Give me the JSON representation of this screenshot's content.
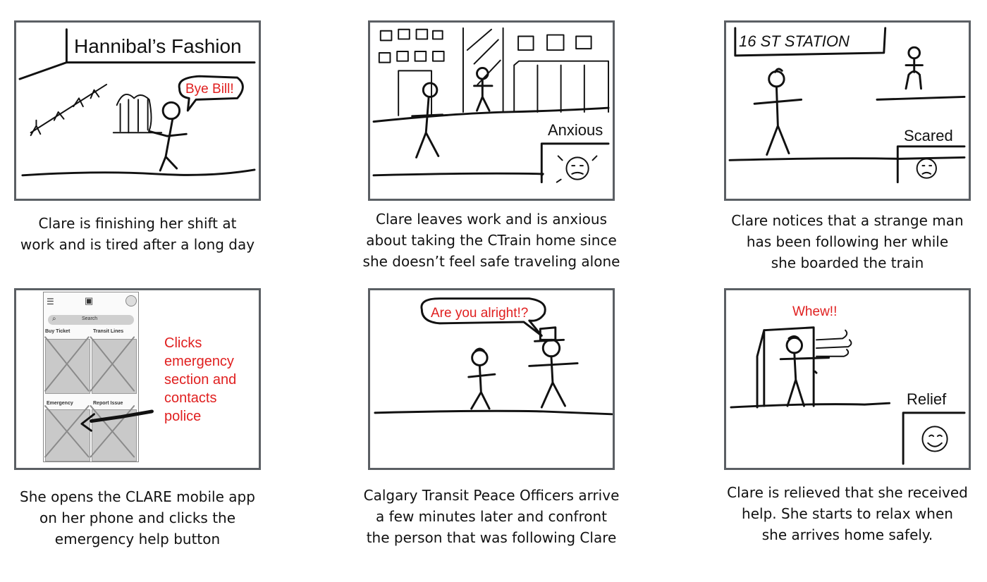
{
  "panels": [
    {
      "id": 1,
      "sign": "Hannibal’s Fashion",
      "speech": "Bye Bill!",
      "caption_lines": [
        "Clare is finishing her shift at",
        "work and is tired after a long day"
      ]
    },
    {
      "id": 2,
      "emotion": "Anxious",
      "caption_lines": [
        "Clare leaves work and is anxious",
        "about taking the CTrain home since",
        "she doesn’t feel safe traveling alone"
      ]
    },
    {
      "id": 3,
      "sign": "16 ST STATION",
      "emotion": "Scared",
      "caption_lines": [
        "Clare notices that a strange man",
        "has been following her while",
        "she boarded the train"
      ]
    },
    {
      "id": 4,
      "phone": {
        "search_placeholder": "Search",
        "tiles": [
          "Buy Ticket",
          "Transit Lines",
          "Emergency",
          "Report Issue"
        ]
      },
      "annotation_lines": [
        "Clicks",
        "emergency",
        "section and",
        "contacts",
        "police"
      ],
      "caption_lines": [
        "She opens the CLARE mobile app",
        "on her phone and clicks the",
        "emergency help button"
      ]
    },
    {
      "id": 5,
      "speech": "Are you alright!?",
      "caption_lines": [
        "Calgary Transit Peace Officers arrive",
        "a few minutes later and confront",
        "the person that was following Clare"
      ]
    },
    {
      "id": 6,
      "exclamation": "Whew!!",
      "emotion": "Relief",
      "caption_lines": [
        "Clare is relieved that she received",
        "help. She starts to relax when",
        "she arrives home safely."
      ]
    }
  ],
  "colors": {
    "frame": "#5b5f64",
    "annotation": "#e01f1f",
    "ink": "#111111"
  }
}
